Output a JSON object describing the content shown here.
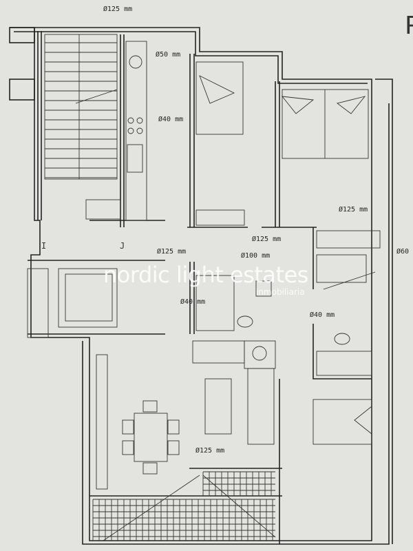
{
  "labels": {
    "d1": "Ø125 mm",
    "d2": "Ø50 mm",
    "d3": "Ø40 mm",
    "d4": "Ø125 mm",
    "d5": "Ø125 mm",
    "d6": "Ø125 mm",
    "d7": "Ø100 mm",
    "d8": "Ø60",
    "d9": "Ø40 mm",
    "d10": "Ø40 mm",
    "d11": "Ø125 mm"
  },
  "grid_marks": {
    "i": "I",
    "j": "J"
  },
  "corner_letter": "P",
  "watermark": {
    "brand": "nordic light estates",
    "sub": "inmobiliaria"
  }
}
